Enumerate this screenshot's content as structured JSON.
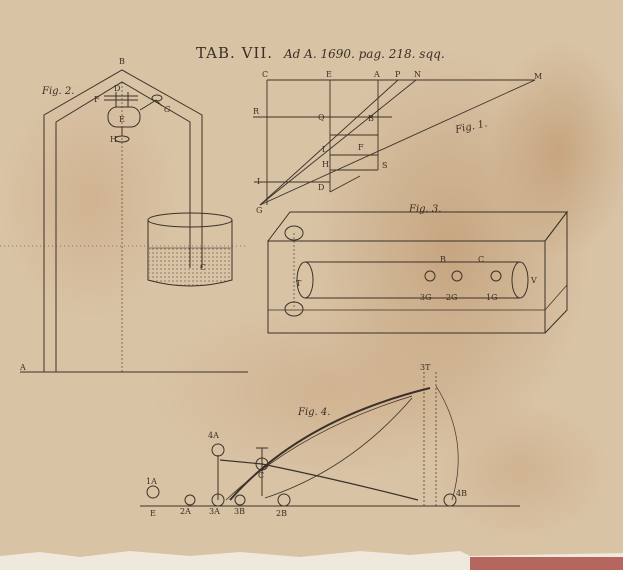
{
  "plate": {
    "title": "TAB. VII.",
    "subtitle": "Ad A. 1690. pag. 218. sqq.",
    "colors": {
      "paper": "#d9c4a6",
      "ink": "#3b3128",
      "stain": "#c29a72",
      "edge": "#efe8dc"
    }
  },
  "fig1": {
    "caption": "Fig. 1.",
    "points": {
      "C": "C",
      "E": "E",
      "A": "A",
      "P": "P",
      "N": "N",
      "M": "M",
      "R": "R",
      "Q": "Q",
      "B": "B",
      "L": "L",
      "F": "F",
      "I": "I",
      "H": "H",
      "S": "S",
      "D": "D",
      "G": "G"
    }
  },
  "fig2": {
    "caption": "Fig. 2.",
    "points": {
      "B": "B",
      "D": "D",
      "F": "F",
      "E": "E",
      "G": "G",
      "H": "H",
      "C": "C",
      "A": "A"
    }
  },
  "fig3": {
    "caption": "Fig. 3.",
    "points": {
      "T": "T",
      "V": "V",
      "B": "B",
      "C": "C",
      "p3G": "3G",
      "p2G": "2G",
      "p1G": "1G"
    }
  },
  "fig4": {
    "caption": "Fig. 4.",
    "points": {
      "p1A": "1A",
      "E": "E",
      "p2A": "2A",
      "p3A": "3A",
      "p3B": "3B",
      "p2B": "2B",
      "p4A": "4A",
      "C": "C",
      "p4B": "4B",
      "p3T": "3T"
    }
  }
}
